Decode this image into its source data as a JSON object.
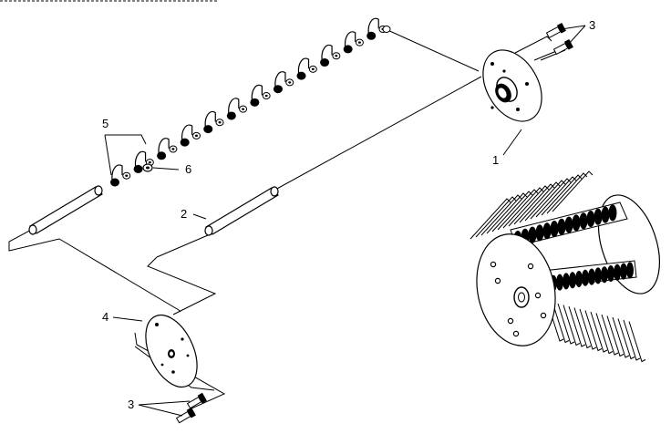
{
  "diagram": {
    "callouts": {
      "plate_right": "1",
      "shaft": "2",
      "screws_top": "3",
      "screws_bottom": "3",
      "plate_left": "4",
      "tines": "5",
      "washer": "6"
    }
  }
}
